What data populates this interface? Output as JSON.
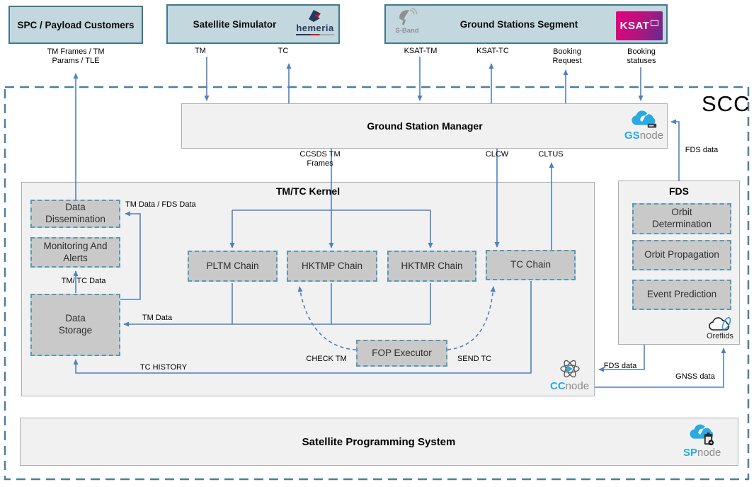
{
  "scc": {
    "label": "SCC"
  },
  "external": {
    "spc": {
      "title": "SPC / Payload Customers"
    },
    "simulator": {
      "title": "Satellite Simulator",
      "logo_text": "hemeria"
    },
    "ground_stations": {
      "title": "Ground Stations Segment",
      "sband": "S-Band",
      "ksat": "KSAT"
    }
  },
  "gsm": {
    "title": "Ground Station Manager",
    "node_prefix": "GS",
    "node_suffix": "node"
  },
  "kernel": {
    "title": "TM/TC Kernel",
    "data_dissemination": "Data\nDissemination",
    "monitoring": "Monitoring And\nAlerts",
    "data_storage": "Data\nStorage",
    "pltm": "PLTM Chain",
    "hktmp": "HKTMP Chain",
    "hktmr": "HKTMR Chain",
    "tc_chain": "TC Chain",
    "fop": "FOP Executor",
    "node_prefix": "CC",
    "node_suffix": "node"
  },
  "fds": {
    "title": "FDS",
    "orbit_determination": "Orbit\nDetermination",
    "orbit_propagation": "Orbit Propagation",
    "event_prediction": "Event Prediction",
    "logo": "Oreflids"
  },
  "sps": {
    "title": "Satellite Programming System",
    "node_prefix": "SP",
    "node_suffix": "node"
  },
  "flows": {
    "tm_frames_tle": "TM Frames / TM\nParams /  TLE",
    "tm": "TM",
    "tc": "TC",
    "ksat_tm": "KSAT-TM",
    "ksat_tc": "KSAT-TC",
    "booking_request": "Booking\nRequest",
    "booking_statuses": "Booking\nstatuses",
    "ccsds_tm_frames": "CCSDS TM\nFrames",
    "clcw": "CLCW",
    "cltus": "CLTUS",
    "fds_data_top": "FDS data",
    "tm_fds_data": "TM Data  /  FDS Data",
    "tmtc_data": "TM/ TC Data",
    "tm_data": "TM Data",
    "tc_history": "TC HISTORY",
    "check_tm": "CHECK TM",
    "send_tc": "SEND TC",
    "fds_data_bottom": "FDS data",
    "gnss_data": "GNSS data"
  },
  "colors": {
    "connector": "#4f81bd",
    "external_fill": "#c3d7de",
    "external_border": "#40798c",
    "panel_fill": "#f1f1f1",
    "inner_fill": "#c9c9c9",
    "inner_border": "#569ab5",
    "scc_border": "#4e7f9e",
    "ksat_magenta": "#e6007e",
    "node_blue": "#29abe2"
  }
}
